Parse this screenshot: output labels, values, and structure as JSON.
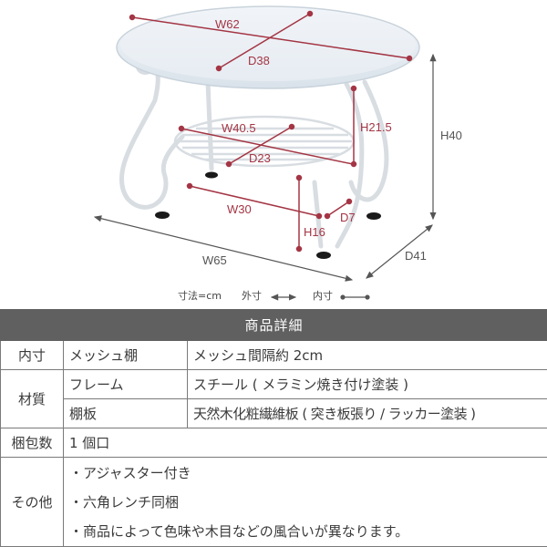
{
  "diagram": {
    "product": "oval coffee table with mesh shelf",
    "dimensions": {
      "top_width": "W62",
      "top_depth": "D38",
      "shelf_width": "W40.5",
      "shelf_depth": "D23",
      "shelf_height": "H21.5",
      "inner_width": "W30",
      "inner_depth": "D7",
      "inner_height": "H16",
      "total_height": "H40",
      "total_width": "W65",
      "total_depth": "D41"
    },
    "legend": {
      "unit": "寸法=cm",
      "outer_label": "外寸",
      "inner_label": "内寸"
    },
    "colors": {
      "inner_dim": "#a43544",
      "outer_dim": "#555555",
      "table_header": "#606060"
    }
  },
  "table": {
    "title": "商品詳細",
    "rows": [
      {
        "label": "内寸",
        "sub": "メッシュ棚",
        "value": "メッシュ間隔約 2cm"
      },
      {
        "label": "材質",
        "sub": "フレーム",
        "value": "スチール ( メラミン焼き付け塗装 )"
      },
      {
        "label": "",
        "sub": "棚板",
        "value": "天然木化粧繊維板 ( 突き板張り / ラッカー塗装 )"
      },
      {
        "label": "梱包数",
        "value": "1 個口"
      },
      {
        "label": "その他",
        "notes": [
          "・アジャスター付き",
          "・六角レンチ同梱",
          "・商品によって色味や木目などの風合いが異なります。"
        ]
      }
    ]
  }
}
